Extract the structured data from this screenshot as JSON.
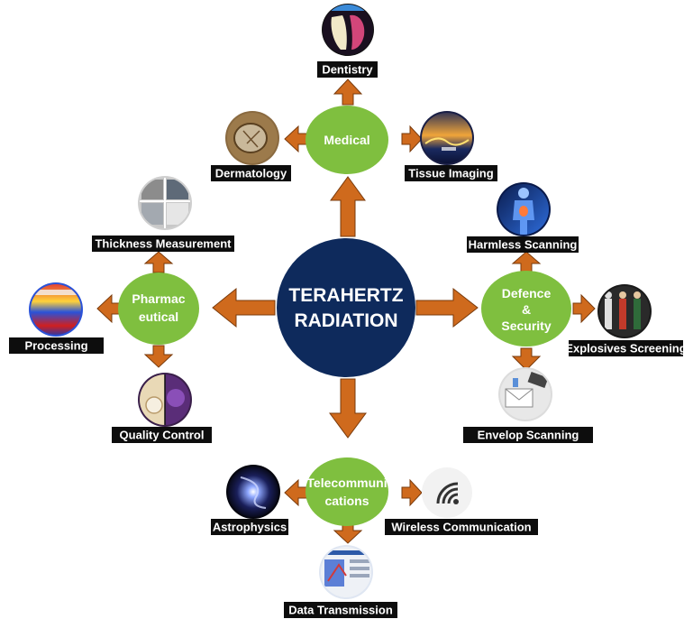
{
  "center": {
    "lines": [
      "TERAHERTZ",
      "RADIATION"
    ],
    "color": "#0e2a5c"
  },
  "node_color": "#7fbf3f",
  "arrow_color": "#cf6a1d",
  "nodes": {
    "medical": {
      "lines": [
        "Medical"
      ]
    },
    "pharma": {
      "lines": [
        "Pharmac",
        "eutical"
      ]
    },
    "defence": {
      "lines": [
        "Defence",
        "&",
        "Security"
      ]
    },
    "telecom": {
      "lines": [
        "Telecommuni",
        "cations"
      ]
    }
  },
  "applications": {
    "dentistry": "Dentistry",
    "dermatology": "Dermatology",
    "tissue_imaging": "Tissue Imaging",
    "thickness_measurement": "Thickness Measurement",
    "processing": "Processing",
    "quality_control": "Quality Control",
    "harmless_scanning": "Harmless Scanning",
    "explosives_screening": "Explosives Screening",
    "envelop_scanning": "Envelop Scanning",
    "astrophysics": "Astrophysics",
    "wireless_communication": "Wireless Communication",
    "data_transmission": "Data Transmission"
  },
  "icons": {
    "dentistry": "tooth-xray-photo",
    "dermatology": "skin-lesion-photo",
    "tissue_imaging": "tissue-scan-photo",
    "thickness_measurement": "material-layers-photo",
    "processing": "thermal-map-photo",
    "quality_control": "tablet-inspection-photo",
    "harmless_scanning": "body-scan-photo",
    "explosives_screening": "passenger-screening-photo",
    "envelop_scanning": "envelope-scanner-photo",
    "astrophysics": "galaxy-photo",
    "wireless_communication": "wifi-signal-icon",
    "data_transmission": "network-data-photo"
  }
}
